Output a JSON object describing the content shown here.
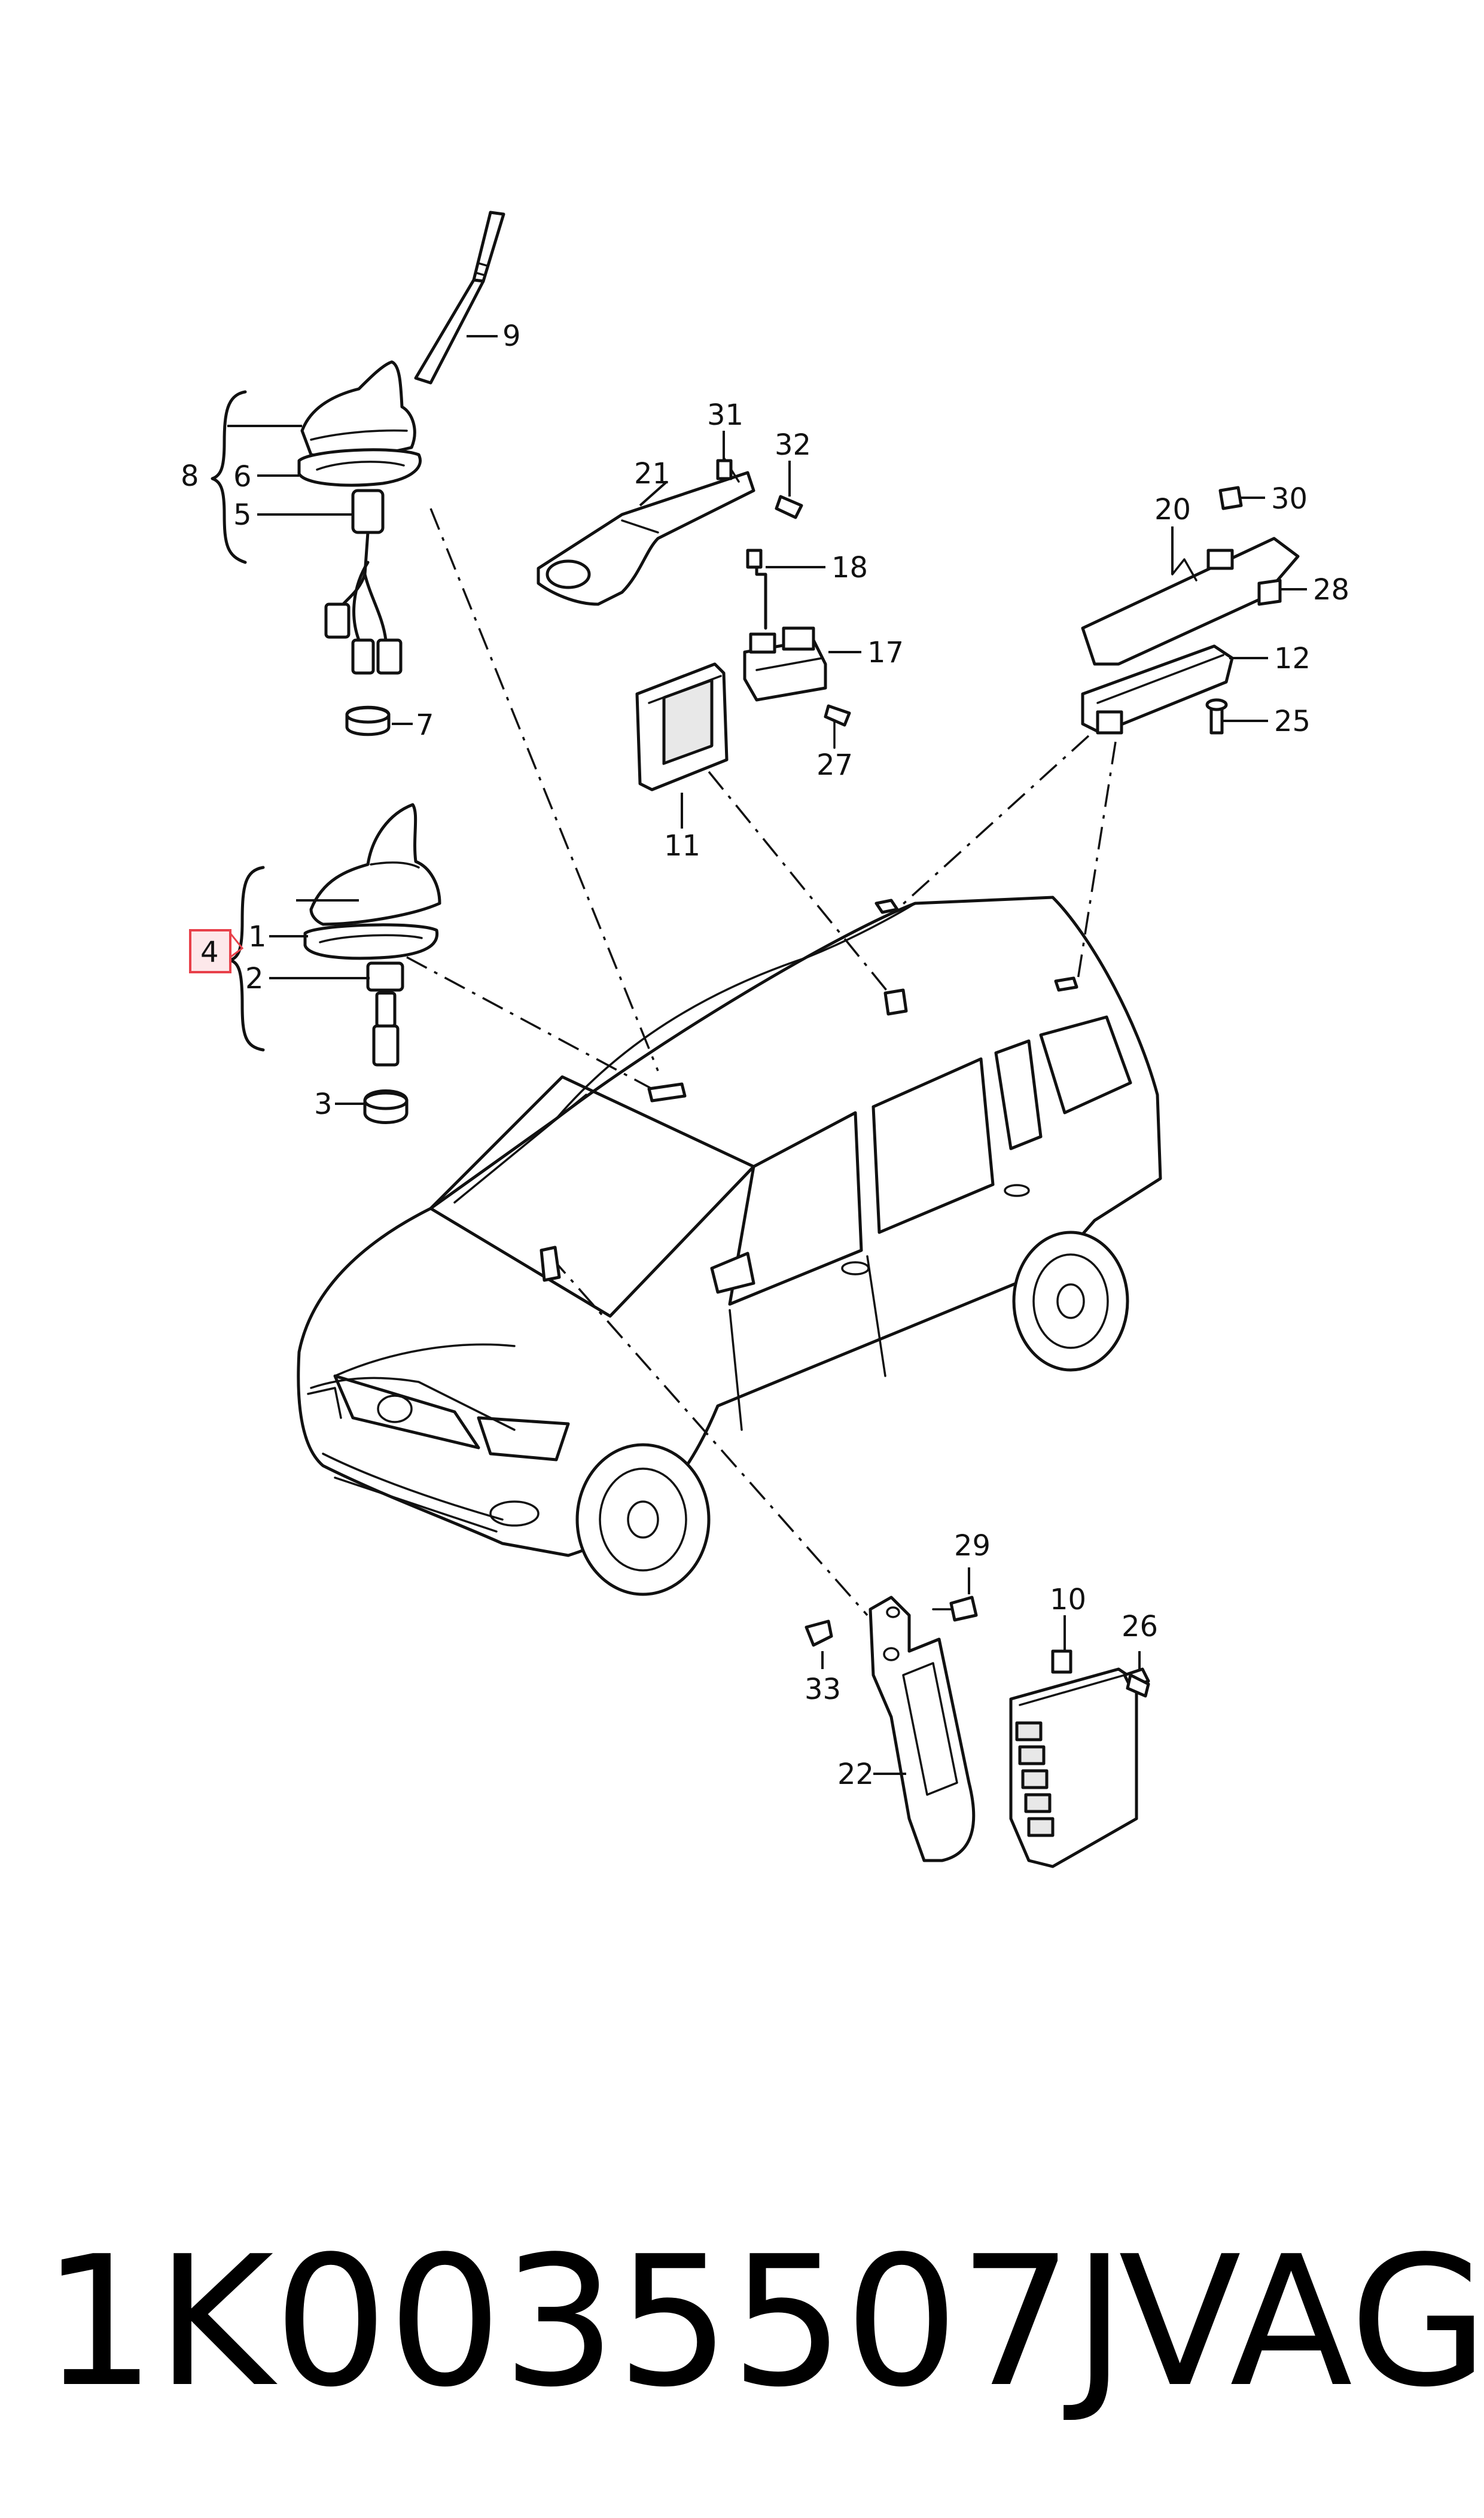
{
  "diagram": {
    "callouts": {
      "c1": "1",
      "c2": "2",
      "c3": "3",
      "c4": "4",
      "c5": "5",
      "c6": "6",
      "c7": "7",
      "c8": "8",
      "c9": "9",
      "c10": "10",
      "c11": "11",
      "c12": "12",
      "c17": "17",
      "c18": "18",
      "c20": "20",
      "c21": "21",
      "c22": "22",
      "c25": "25",
      "c26": "26",
      "c27": "27",
      "c28": "28",
      "c29": "29",
      "c30": "30",
      "c31": "31",
      "c32": "32",
      "c33": "33"
    },
    "highlight_color": "#e8404a",
    "highlight_fill": "#fde8ea"
  },
  "footer": {
    "part_number": "1K0035507J",
    "brand": "VAG"
  }
}
